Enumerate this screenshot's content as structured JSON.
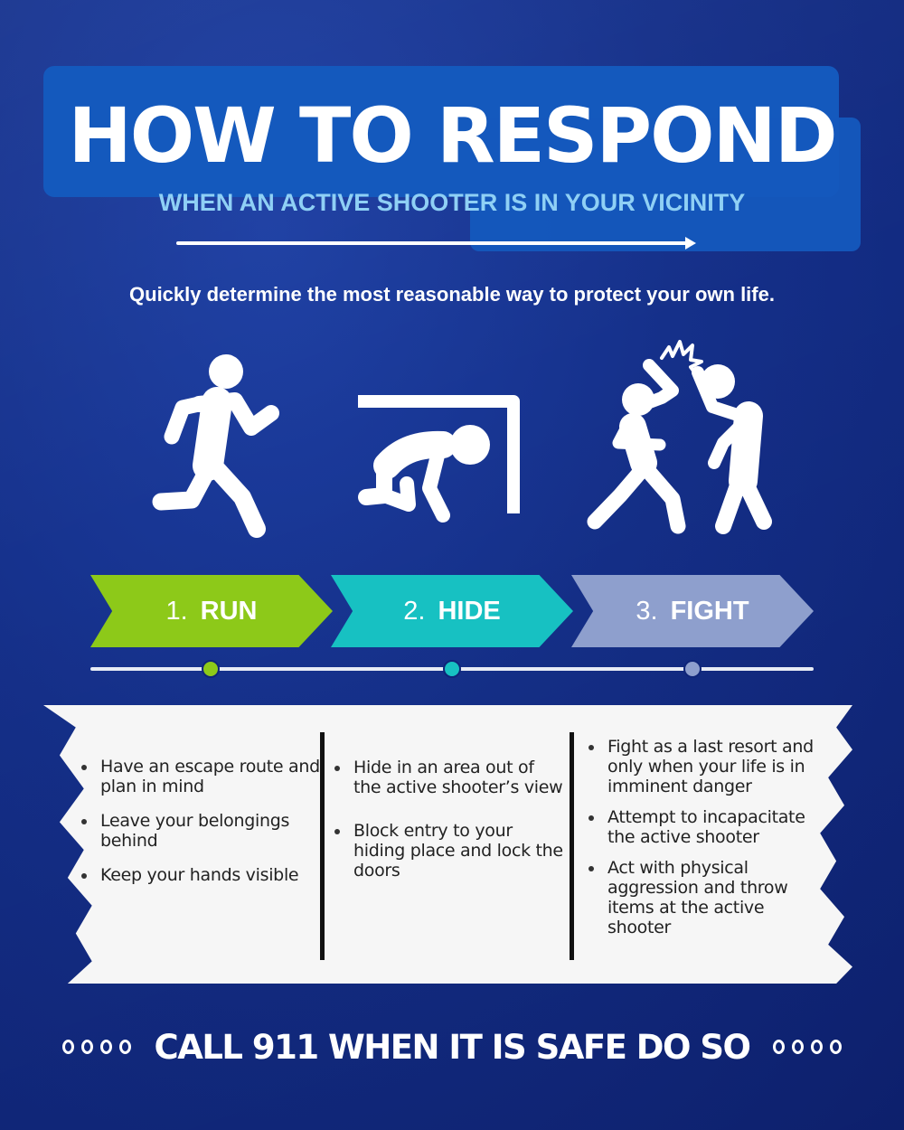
{
  "header": {
    "title": "HOW TO RESPOND",
    "subtitle": "WHEN AN ACTIVE SHOOTER IS IN YOUR VICINITY"
  },
  "intro": "Quickly determine the most reasonable way to protect your own life.",
  "icons": [
    {
      "name": "running-person-icon",
      "label": "run"
    },
    {
      "name": "hiding-person-icon",
      "label": "hide"
    },
    {
      "name": "fighting-people-icon",
      "label": "fight"
    }
  ],
  "steps": [
    {
      "number": "1.",
      "label": "RUN",
      "color": "#8dc919"
    },
    {
      "number": "2.",
      "label": "HIDE",
      "color": "#17c1c2"
    },
    {
      "number": "3.",
      "label": "FIGHT",
      "color": "#8e9fcd"
    }
  ],
  "columns": [
    {
      "items": [
        "Have an escape route and plan in mind",
        "Leave your belongings behind",
        "Keep your hands visible"
      ]
    },
    {
      "items": [
        "Hide in an area out of the active shooter’s view",
        "Block entry to your hiding place and lock the doors"
      ]
    },
    {
      "items": [
        "Fight as a last resort and only when your life is in imminent danger",
        "Attempt to incapacitate the active shooter",
        "Act with physical aggression and throw items at the active shooter"
      ]
    }
  ],
  "footer": {
    "text": "CALL 911 WHEN IT IS SAFE DO SO"
  },
  "colors": {
    "background": "#15308a",
    "title_panel": "#1459bd",
    "subtitle": "#8fd0f5",
    "run": "#8dc919",
    "hide": "#17c1c2",
    "fight": "#8e9fcd"
  }
}
